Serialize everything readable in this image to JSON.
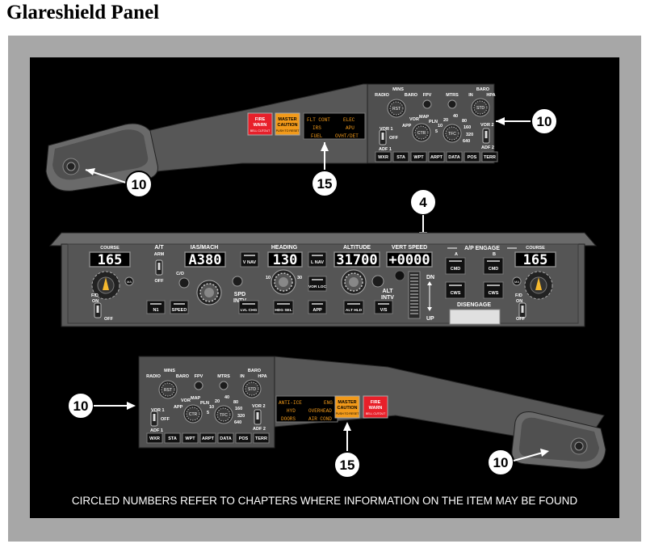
{
  "title": "Glareshield Panel",
  "footnote": "CIRCLED NUMBERS REFER TO CHAPTERS WHERE INFORMATION ON THE ITEM MAY BE FOUND",
  "callouts": {
    "efis_top": "10",
    "side_top": "10",
    "warn_top": "15",
    "fcp": "4",
    "efis_bottom": "10",
    "warn_bottom": "15",
    "side_bottom": "10"
  },
  "warning_lights": {
    "fire_warn": [
      "FIRE",
      "WARN",
      "BELL CUTOUT"
    ],
    "master_caution": [
      "MASTER",
      "CAUTION",
      "PUSH TO RESET"
    ]
  },
  "annunciators_capt": [
    [
      "FLT CONT",
      "ELEC"
    ],
    [
      "IRS",
      "APU"
    ],
    [
      "FUEL",
      "OVHT/DET"
    ]
  ],
  "annunciators_fo": [
    [
      "ANTI-ICE",
      "ENG"
    ],
    [
      "HYD",
      "OVERHEAD"
    ],
    [
      "DOORS",
      "AIR COND"
    ]
  ],
  "efis": {
    "mins": "MINS",
    "radio": "RADIO",
    "baro": "BARO",
    "rst": "RST",
    "fpv": "FPV",
    "mtrs": "MTRS",
    "baro_right": "BARO",
    "in": "IN",
    "hpa": "HPA",
    "std": "STD",
    "vor1": "VOR 1",
    "off": "OFF",
    "adf1": "ADF 1",
    "vor2": "VOR 2",
    "adf2": "ADF 2",
    "app": "APP",
    "vor": "VOR",
    "map": "MAP",
    "pln": "PLN",
    "ctr": "CTR",
    "tfc": "TFC",
    "range": [
      "5",
      "10",
      "20",
      "40",
      "80",
      "160",
      "320",
      "640"
    ],
    "buttons": [
      "WXR",
      "STA",
      "WPT",
      "ARPT",
      "DATA",
      "POS",
      "TERR"
    ]
  },
  "mcp": {
    "course_label": "COURSE",
    "course_value": "165",
    "ma": "MA",
    "fd": "F/D",
    "on": "ON",
    "off": "OFF",
    "at_arm": [
      "A/T",
      "ARM"
    ],
    "n1": "N1",
    "speed": "SPEED",
    "ias_mach": "IAS/MACH",
    "ias_value": "A380",
    "co": "C/O",
    "spd_intv": [
      "SPD",
      "INTV"
    ],
    "lvl_chg": "LVL CHG",
    "vnav": "V NAV",
    "heading": "HEADING",
    "heading_value": "130",
    "hdg_sel": "HDG SEL",
    "hdg_scale_left": "10",
    "hdg_scale_right": "30",
    "lnav": "L NAV",
    "vor_loc": "VOR LOC",
    "app": "APP",
    "altitude": "ALTITUDE",
    "alt_value": "31700",
    "alt_hld": "ALT HLD",
    "alt_intv": [
      "ALT",
      "INTV"
    ],
    "vert_speed": "VERT SPEED",
    "vs_value": "+0000",
    "vs": "V/S",
    "dn": "DN",
    "up": "UP",
    "ap_engage": "A/P ENGAGE",
    "a": "A",
    "b": "B",
    "cmd": "CMD",
    "cws": "CWS",
    "disengage": "DISENGAGE"
  },
  "colors": {
    "grey": "#a7a7a7",
    "black": "#000000",
    "panel": "#5f5f5f",
    "panel_dark": "#464646",
    "amber": "#f29a1a",
    "red": "#e8202a"
  }
}
